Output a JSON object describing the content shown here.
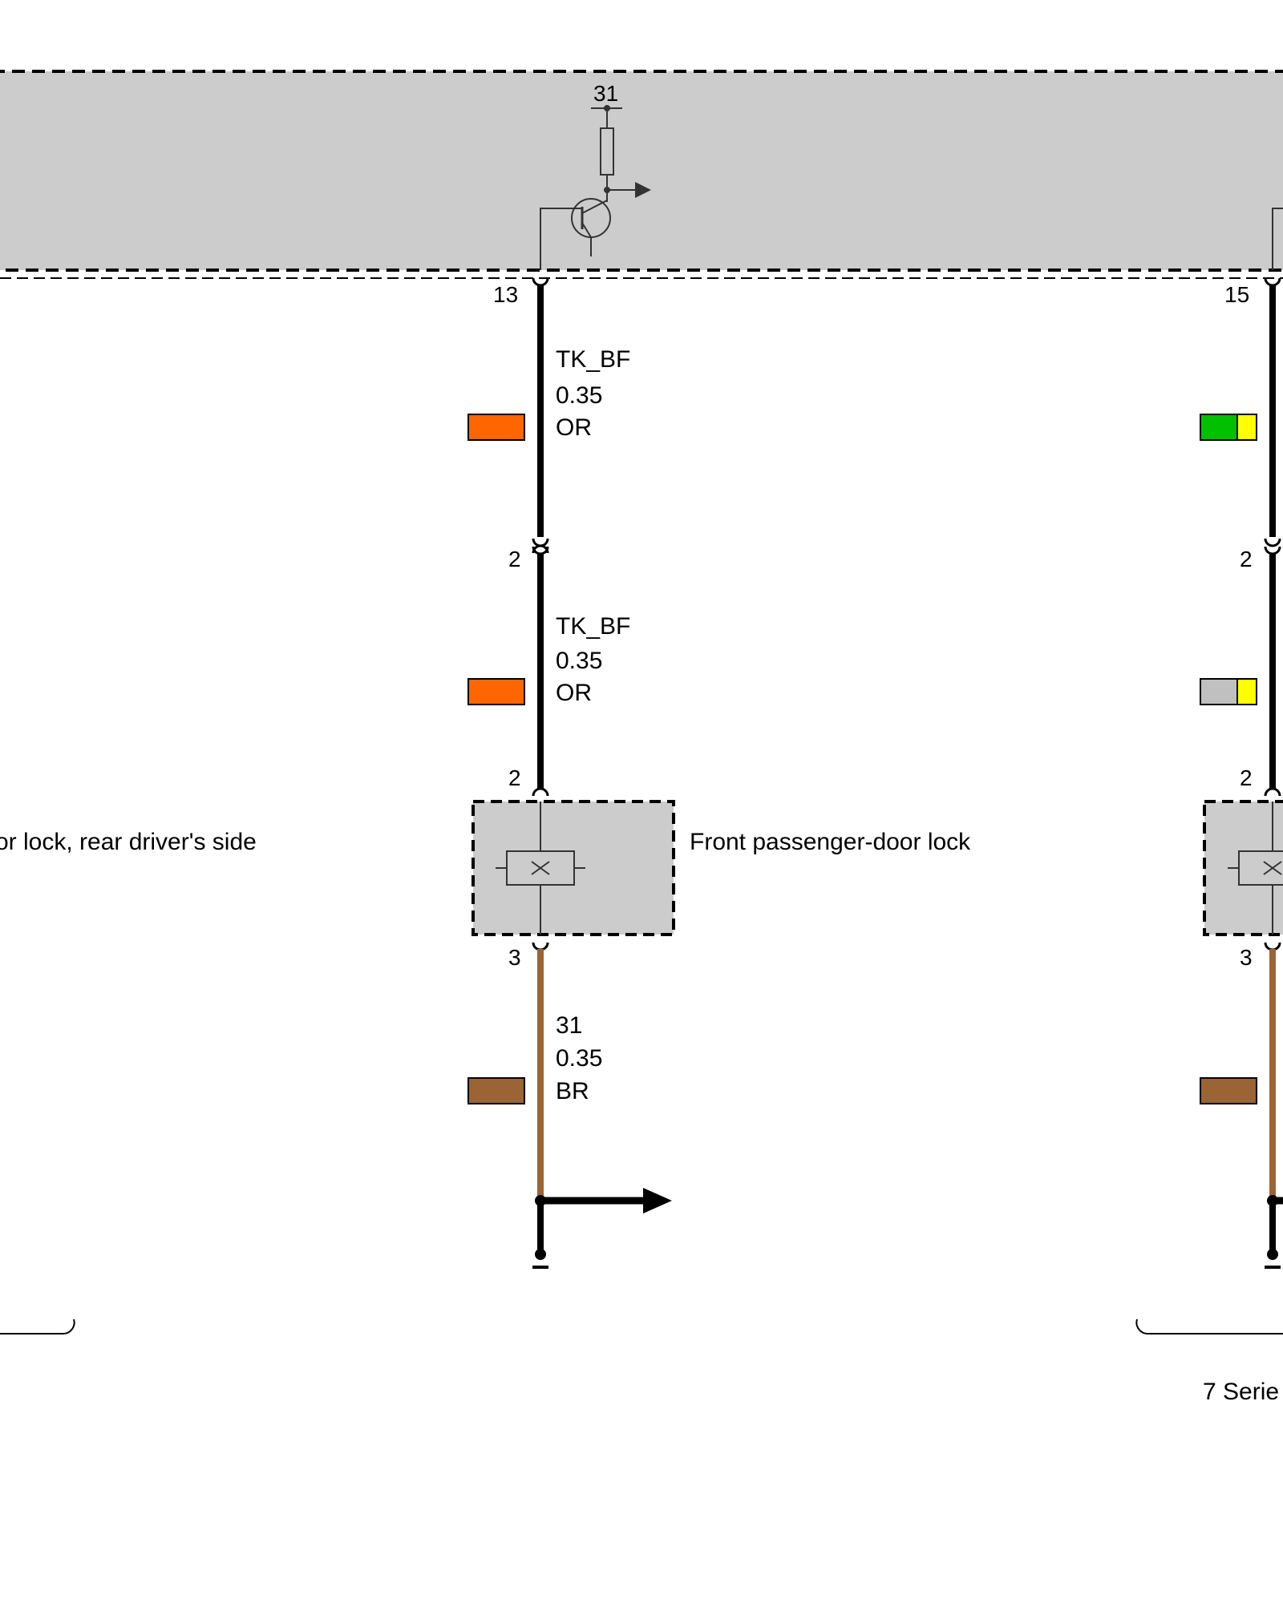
{
  "control_unit": {
    "supply_terminal": "31",
    "pin_left": "13",
    "pin_right": "15"
  },
  "circuit_left": {
    "upper_wire": {
      "signal": "TK_BF",
      "gauge": "0.35",
      "color_code": "OR",
      "swatch": [
        "#ff6600"
      ]
    },
    "connector_pin": "2",
    "lower_wire": {
      "signal": "TK_BF",
      "gauge": "0.35",
      "color_code": "OR",
      "swatch": [
        "#ff6600"
      ]
    },
    "lock_pin_top": "2",
    "lock_pin_bottom": "3",
    "lock_label": "Front passenger-door lock",
    "ground_wire": {
      "signal": "31",
      "gauge": "0.35",
      "color_code": "BR",
      "swatch": [
        "#9a6434"
      ]
    }
  },
  "circuit_right": {
    "upper_swatch": [
      "#00c000",
      "#ffff00"
    ],
    "connector_pin": "2",
    "lower_swatch": [
      "#c0c0c0",
      "#ffff00"
    ],
    "lock_pin_top": "2",
    "lock_pin_bottom": "3",
    "ground_swatch": [
      "#9a6434"
    ]
  },
  "left_lock_label": "or lock, rear driver's side",
  "footer_label": "7 Serie",
  "colors": {
    "unit_fill": "#cccccc",
    "wire_black": "#000000",
    "wire_brown": "#9a6434",
    "line": "#333333"
  }
}
